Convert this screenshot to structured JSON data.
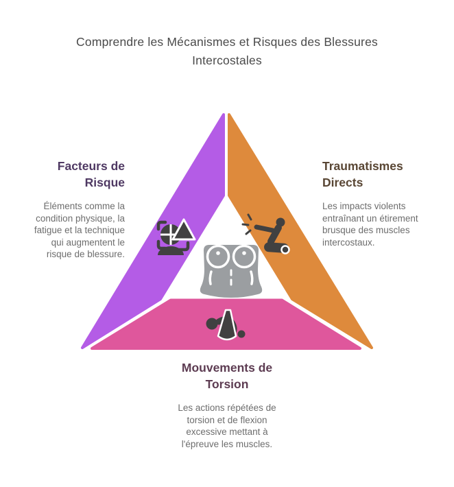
{
  "title_lines": [
    "Comprendre les Mécanismes et Risques des Blessures",
    "Intercostales"
  ],
  "colors": {
    "purple_band": "#b45ce6",
    "orange_band": "#de8a3c",
    "pink_band": "#df579c",
    "icon_dark": "#414141",
    "torso_gray": "#9b9ea1",
    "heading_left": "#4f3963",
    "heading_right": "#594634",
    "heading_bottom": "#5d3c52"
  },
  "icons": {
    "left": "fitness-scan-icon",
    "right": "impact-icon",
    "bottom": "twist-icon",
    "center": "torso-ribcage-icon"
  },
  "sections": {
    "left": {
      "heading_lines": [
        "Facteurs de",
        "Risque"
      ],
      "description_lines": [
        "Éléments comme la",
        "condition physique, la",
        "fatigue et la technique",
        "qui augmentent le",
        "risque de blessure."
      ]
    },
    "right": {
      "heading_lines": [
        "Traumatismes",
        "Directs"
      ],
      "description_lines": [
        "Les impacts violents",
        "entraînant un étirement",
        "brusque des muscles",
        "intercostaux."
      ]
    },
    "bottom": {
      "heading_lines": [
        "Mouvements de",
        "Torsion"
      ],
      "description_lines": [
        "Les actions répétées de",
        "torsion et de flexion",
        "excessive mettant à",
        "l'épreuve les muscles."
      ]
    }
  }
}
